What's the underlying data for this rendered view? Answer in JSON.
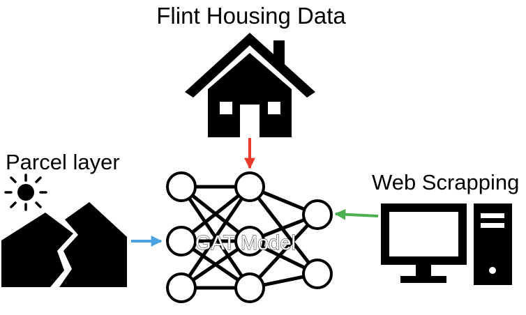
{
  "labels": {
    "housing": "Flint Housing Data",
    "parcel": "Parcel layer",
    "web": "Web Scrapping",
    "model": "GAT Model"
  },
  "colors": {
    "housing_arrow": "#e8392a",
    "parcel_arrow": "#4aa3e0",
    "web_arrow": "#4caf50",
    "ink": "#000000"
  },
  "icons": {
    "housing": "house-icon",
    "parcel": "sun-mountains-icon",
    "web": "desktop-computer-icon"
  }
}
